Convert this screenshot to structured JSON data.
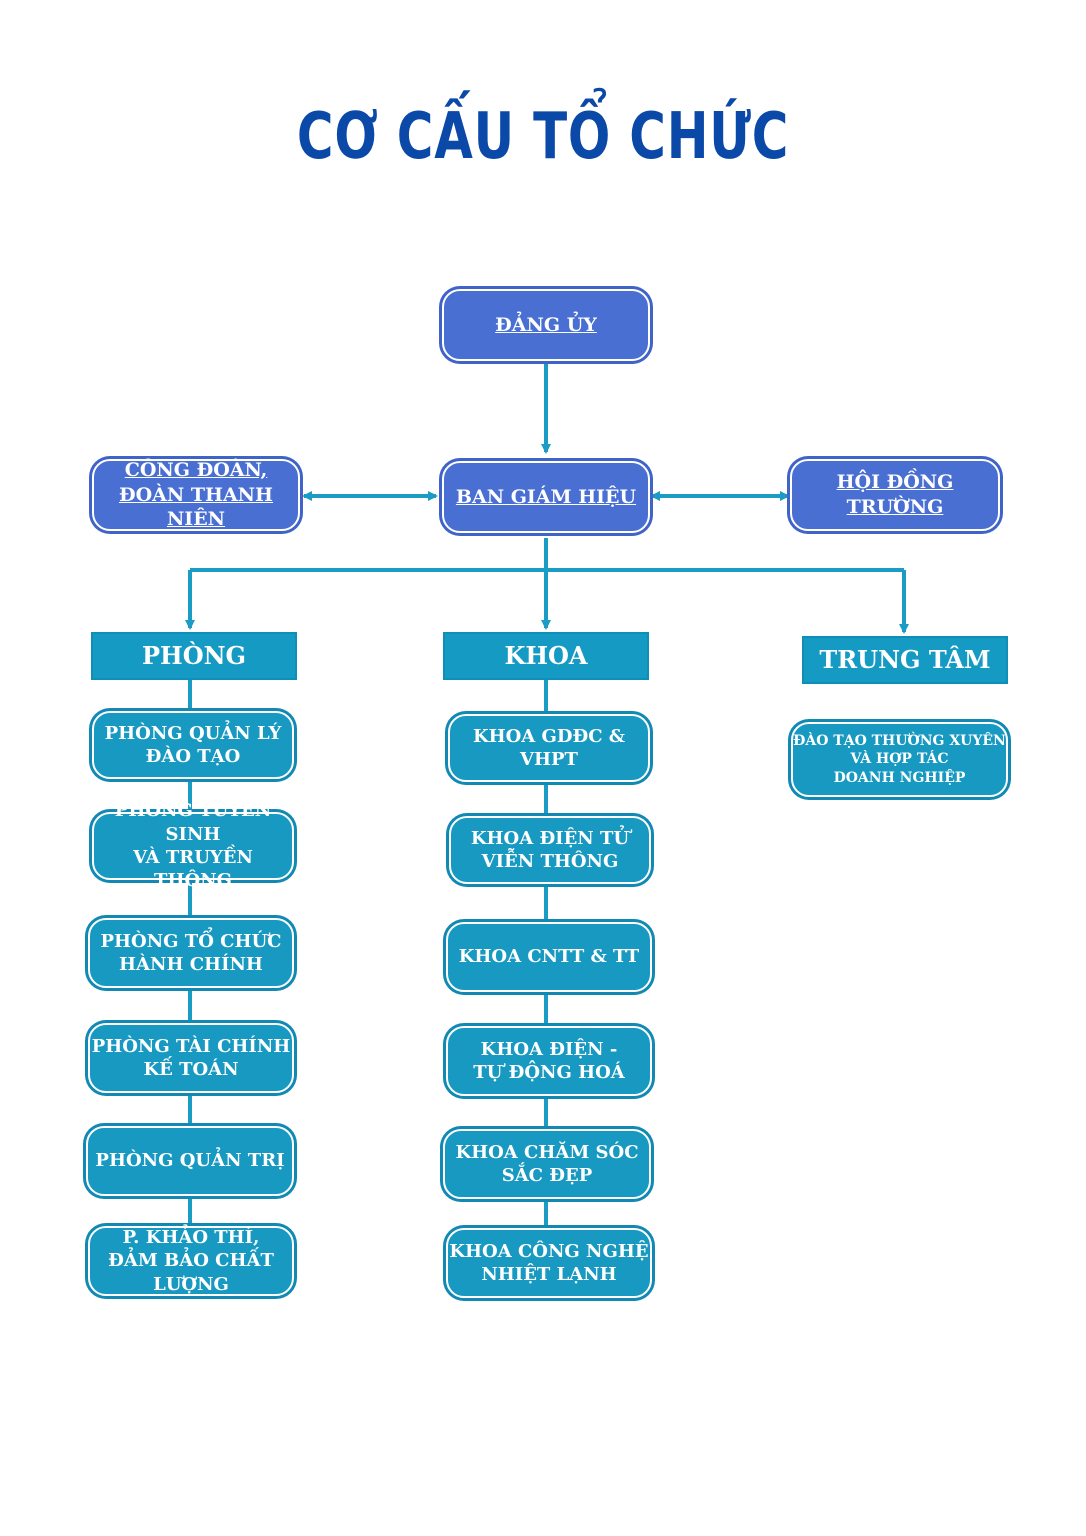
{
  "title": "CƠ CẤU TỔ CHỨC",
  "top": {
    "dang_uy": "ĐẢNG ỦY",
    "ban_giam_hieu": "BAN GIÁM HIỆU",
    "cong_doan": "CÔNG ĐOÀN,\nĐOÀN THANH NIÊN",
    "hoi_dong": "HỘI ĐỒNG\nTRƯỜNG"
  },
  "columns": {
    "phong": {
      "header": "PHÒNG",
      "items": [
        "PHÒNG QUẢN LÝ\nĐÀO TẠO",
        "PHÒNG TUYỂN SINH\nVÀ TRUYỀN THÔNG",
        "PHÒNG TỔ CHỨC\nHÀNH CHÍNH",
        "PHÒNG TÀI CHÍNH\nKẾ TOÁN",
        "PHÒNG QUẢN TRỊ",
        "P. KHẢO THÍ,\nĐẢM BẢO CHẤT LƯỢNG"
      ]
    },
    "khoa": {
      "header": "KHOA",
      "items": [
        "KHOA GDĐC & VHPT",
        "KHOA ĐIỆN TỬ\nVIỄN THÔNG",
        "KHOA CNTT & TT",
        "KHOA  ĐIỆN -\nTỰ ĐỘNG HOÁ",
        "KHOA  CHĂM SÓC\nSẮC ĐẸP",
        "KHOA CÔNG NGHỆ\nNHIỆT LẠNH"
      ]
    },
    "trung_tam": {
      "header": "TRUNG TÂM",
      "items": [
        "ĐÀO TẠO THƯỜNG XUYÊN\nVÀ HỢP TÁC\nDOANH NGHIỆP"
      ]
    }
  },
  "colors": {
    "title": "#0b49a8",
    "top_box": "#4a6fd3",
    "unit_box": "#1799c2",
    "connector": "#1b9cc4"
  }
}
